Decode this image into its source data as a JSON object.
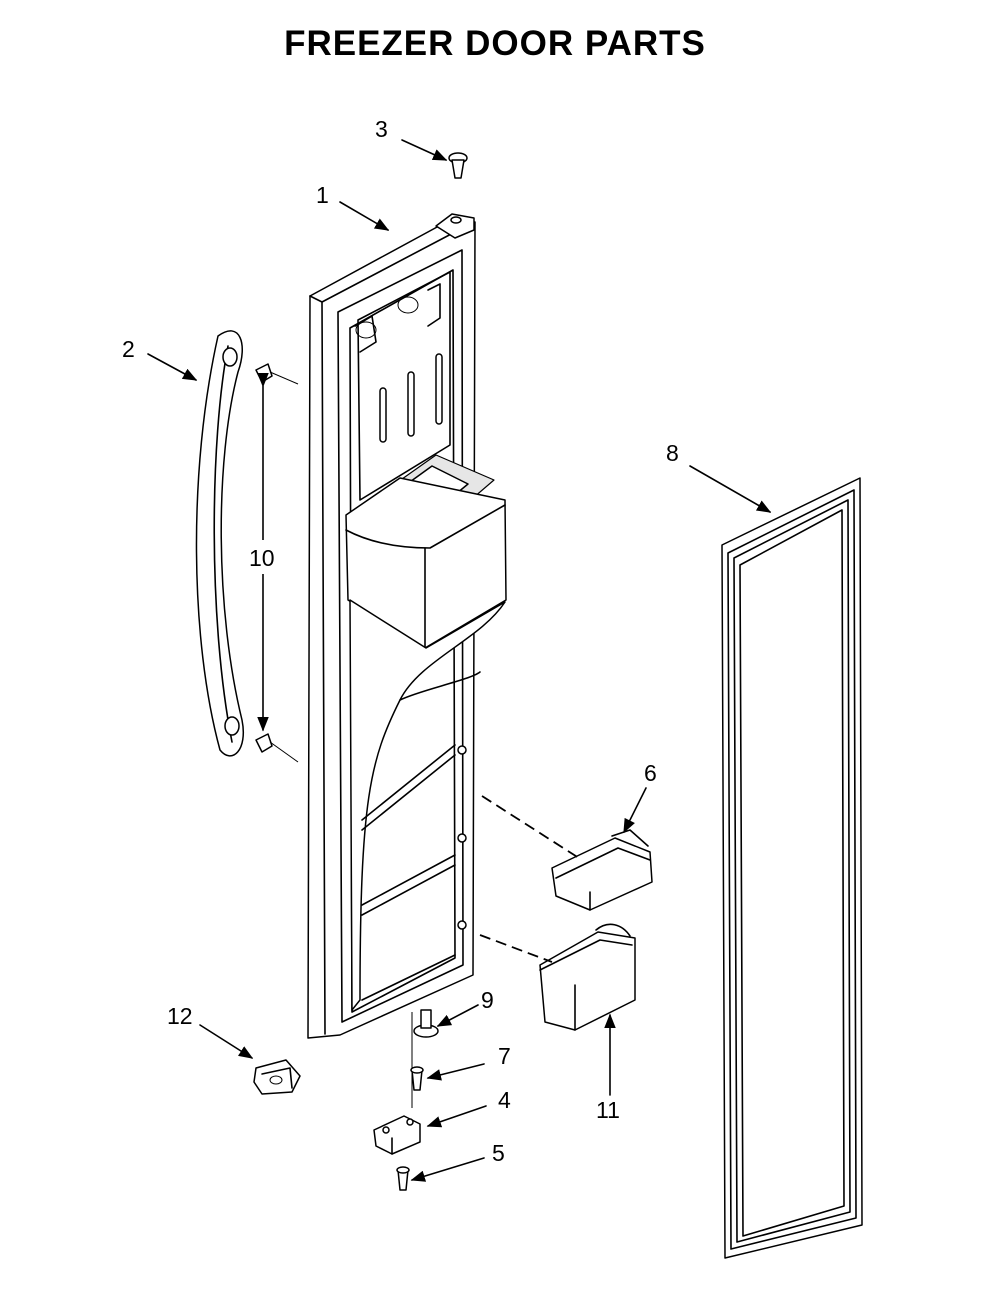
{
  "title": "FREEZER DOOR PARTS",
  "callouts": {
    "c1": "1",
    "c2": "2",
    "c3": "3",
    "c4": "4",
    "c5": "5",
    "c6": "6",
    "c7": "7",
    "c8": "8",
    "c9": "9",
    "c10": "10",
    "c11": "11",
    "c12": "12"
  }
}
